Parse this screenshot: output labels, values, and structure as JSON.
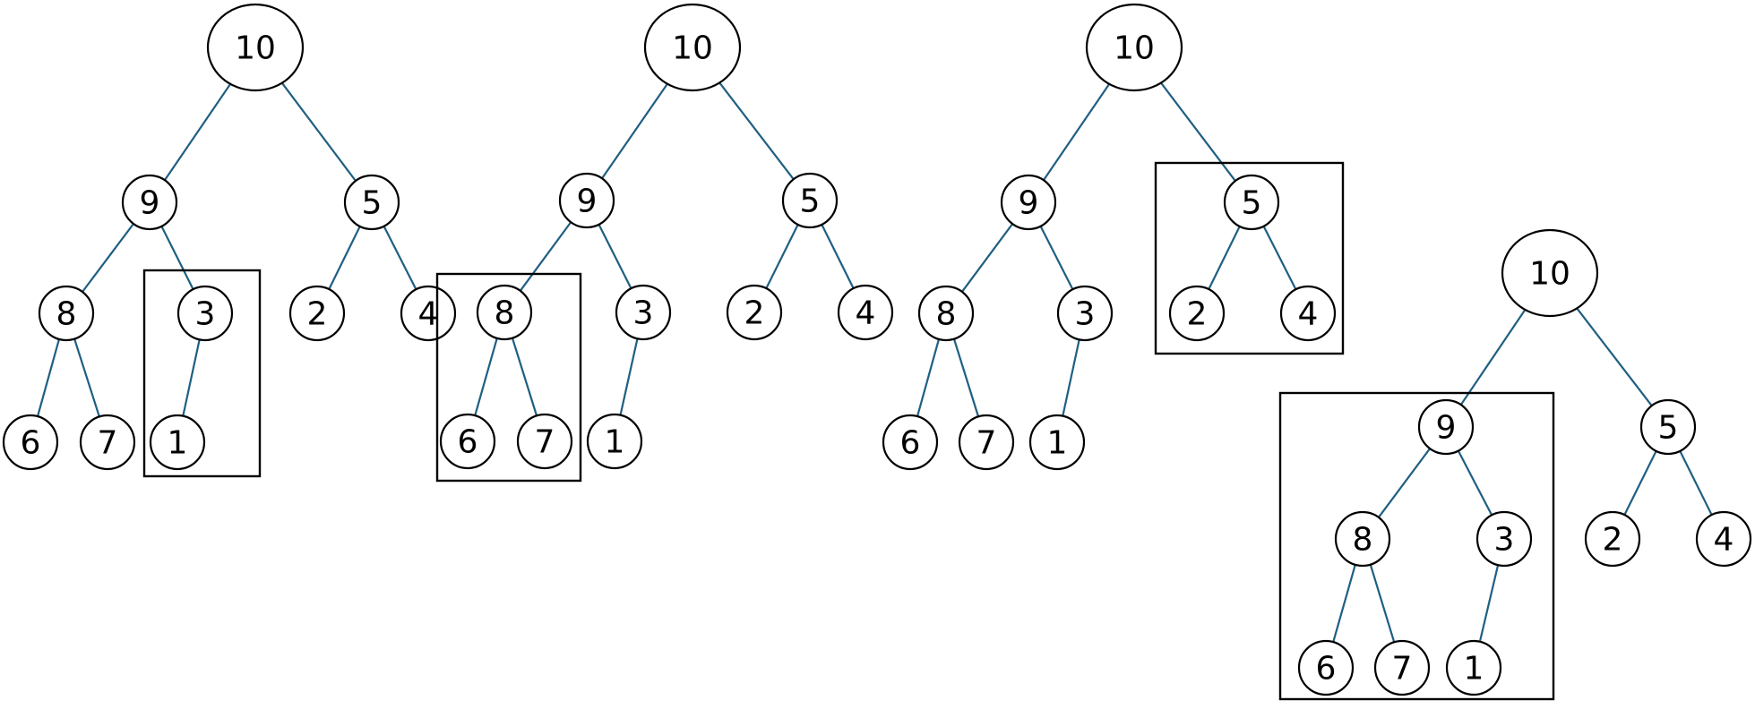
{
  "colors": {
    "edge": "#1f5f82",
    "node_stroke": "#000000",
    "box_stroke": "#000000",
    "background": "#ffffff"
  },
  "trees": [
    {
      "id": "tree-1",
      "nodes": [
        {
          "id": "a",
          "label": "10"
        },
        {
          "id": "b",
          "label": "9"
        },
        {
          "id": "c",
          "label": "5"
        },
        {
          "id": "d",
          "label": "8"
        },
        {
          "id": "e",
          "label": "3"
        },
        {
          "id": "f",
          "label": "2"
        },
        {
          "id": "g",
          "label": "4"
        },
        {
          "id": "h",
          "label": "6"
        },
        {
          "id": "i",
          "label": "7"
        },
        {
          "id": "j",
          "label": "1"
        }
      ],
      "edges": [
        [
          "a",
          "b"
        ],
        [
          "a",
          "c"
        ],
        [
          "b",
          "d"
        ],
        [
          "b",
          "e"
        ],
        [
          "c",
          "f"
        ],
        [
          "c",
          "g"
        ],
        [
          "d",
          "h"
        ],
        [
          "d",
          "i"
        ],
        [
          "e",
          "j"
        ]
      ],
      "highlighted_subtree_root": "3"
    },
    {
      "id": "tree-2",
      "nodes": [
        {
          "id": "a",
          "label": "10"
        },
        {
          "id": "b",
          "label": "9"
        },
        {
          "id": "c",
          "label": "5"
        },
        {
          "id": "d",
          "label": "8"
        },
        {
          "id": "e",
          "label": "3"
        },
        {
          "id": "f",
          "label": "2"
        },
        {
          "id": "g",
          "label": "4"
        },
        {
          "id": "h",
          "label": "6"
        },
        {
          "id": "i",
          "label": "7"
        },
        {
          "id": "j",
          "label": "1"
        }
      ],
      "edges": [
        [
          "a",
          "b"
        ],
        [
          "a",
          "c"
        ],
        [
          "b",
          "d"
        ],
        [
          "b",
          "e"
        ],
        [
          "c",
          "f"
        ],
        [
          "c",
          "g"
        ],
        [
          "d",
          "h"
        ],
        [
          "d",
          "i"
        ],
        [
          "e",
          "j"
        ]
      ],
      "highlighted_subtree_root": "8"
    },
    {
      "id": "tree-3",
      "nodes": [
        {
          "id": "a",
          "label": "10"
        },
        {
          "id": "b",
          "label": "9"
        },
        {
          "id": "c",
          "label": "5"
        },
        {
          "id": "d",
          "label": "8"
        },
        {
          "id": "e",
          "label": "3"
        },
        {
          "id": "f",
          "label": "2"
        },
        {
          "id": "g",
          "label": "4"
        },
        {
          "id": "h",
          "label": "6"
        },
        {
          "id": "i",
          "label": "7"
        },
        {
          "id": "j",
          "label": "1"
        }
      ],
      "edges": [
        [
          "a",
          "b"
        ],
        [
          "a",
          "c"
        ],
        [
          "b",
          "d"
        ],
        [
          "b",
          "e"
        ],
        [
          "c",
          "f"
        ],
        [
          "c",
          "g"
        ],
        [
          "d",
          "h"
        ],
        [
          "d",
          "i"
        ],
        [
          "e",
          "j"
        ]
      ],
      "highlighted_subtree_root": "5"
    },
    {
      "id": "tree-4",
      "nodes": [
        {
          "id": "a",
          "label": "10"
        },
        {
          "id": "b",
          "label": "9"
        },
        {
          "id": "c",
          "label": "5"
        },
        {
          "id": "d",
          "label": "8"
        },
        {
          "id": "e",
          "label": "3"
        },
        {
          "id": "f",
          "label": "2"
        },
        {
          "id": "g",
          "label": "4"
        },
        {
          "id": "h",
          "label": "6"
        },
        {
          "id": "i",
          "label": "7"
        },
        {
          "id": "j",
          "label": "1"
        }
      ],
      "edges": [
        [
          "a",
          "b"
        ],
        [
          "a",
          "c"
        ],
        [
          "b",
          "d"
        ],
        [
          "b",
          "e"
        ],
        [
          "c",
          "f"
        ],
        [
          "c",
          "g"
        ],
        [
          "d",
          "h"
        ],
        [
          "d",
          "i"
        ],
        [
          "e",
          "j"
        ]
      ],
      "highlighted_subtree_root": "9"
    }
  ]
}
